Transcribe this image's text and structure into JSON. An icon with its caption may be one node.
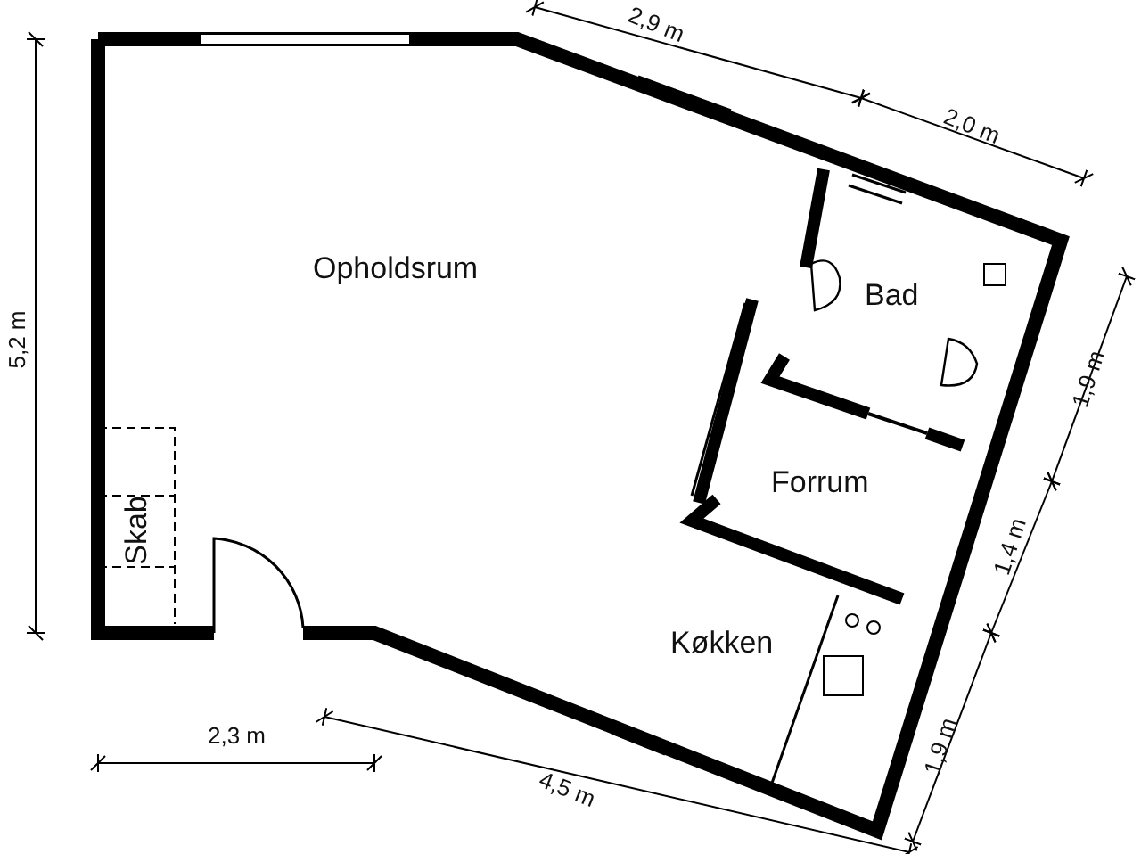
{
  "diagram": {
    "nodes": [
      {
        "text": [
          "Opholdsrum"
        ]
      },
      {
        "text": [
          "Bad"
        ]
      },
      {
        "text": [
          "Forrum"
        ]
      },
      {
        "text": [
          "Køkken"
        ]
      },
      {
        "text": [
          "Skab"
        ]
      }
    ],
    "labels": [
      "2,9 m",
      "2,0 m",
      "5,2 m",
      "1,9 m",
      "1,4 m",
      "1,9 m",
      "2,3 m",
      "4,5 m"
    ]
  }
}
